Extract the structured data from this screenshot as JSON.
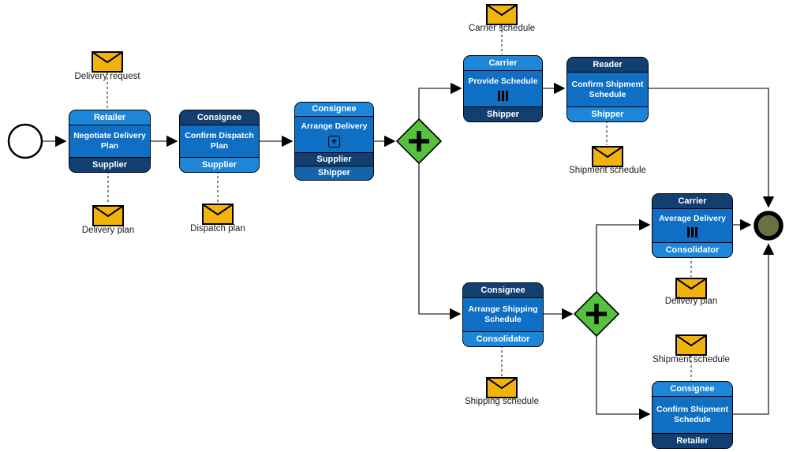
{
  "diagram_type": "BPMN collaboration process",
  "colors": {
    "task_header_light": "#1E86D8",
    "task_body_blue": "#0F6FC5",
    "task_band_navy": "#123F70",
    "task_band_mid_blue": "#1563A8",
    "gateway_green": "#55C13E",
    "end_event_fill": "#6B7042",
    "message_yellow": "#F2B30D"
  },
  "icons": {
    "subprocess_plus": "+",
    "gateway_plus": "+"
  },
  "tasks": {
    "negotiate": {
      "header": "Retailer",
      "body": "Negotiate Delivery Plan",
      "footer": "Supplier"
    },
    "confirm_dispatch": {
      "header": "Consignee",
      "body": "Confirm Dispatch Plan",
      "footer": "Supplier"
    },
    "arrange_delivery": {
      "header": "Consignee",
      "body": "Arrange Delivery",
      "footer1": "Supplier",
      "footer2": "Shipper"
    },
    "provide_schedule": {
      "header": "Carrier",
      "body": "Provide Schedule",
      "footer": "Shipper"
    },
    "confirm_shipment_upper": {
      "header": "Reader",
      "body": "Confirm Shipment Schedule",
      "footer": "Shipper"
    },
    "arrange_shipping": {
      "header": "Consignee",
      "body": "Arrange Shipping Schedule",
      "footer": "Consolidator"
    },
    "average_delivery": {
      "header": "Carrier",
      "body": "Average Delivery",
      "footer": "Consolidator"
    },
    "confirm_shipment_lower": {
      "header": "Consignee",
      "body": "Confirm Shipment Schedule",
      "footer": "Retailer"
    }
  },
  "messages": {
    "delivery_request": "Delivery request",
    "delivery_plan_left": "Delivery plan",
    "dispatch_plan": "Dispatch plan",
    "carrier_schedule": "Carrier schedule",
    "shipment_schedule_upper": "Shipment schedule",
    "shipping_schedule": "Shipping schedule",
    "delivery_plan_right": "Delivery plan",
    "shipment_schedule_right": "Shipment schedule"
  },
  "gateways": {
    "split": "parallel",
    "join": "parallel"
  },
  "events": {
    "start": "start-event",
    "end": "end-event"
  }
}
